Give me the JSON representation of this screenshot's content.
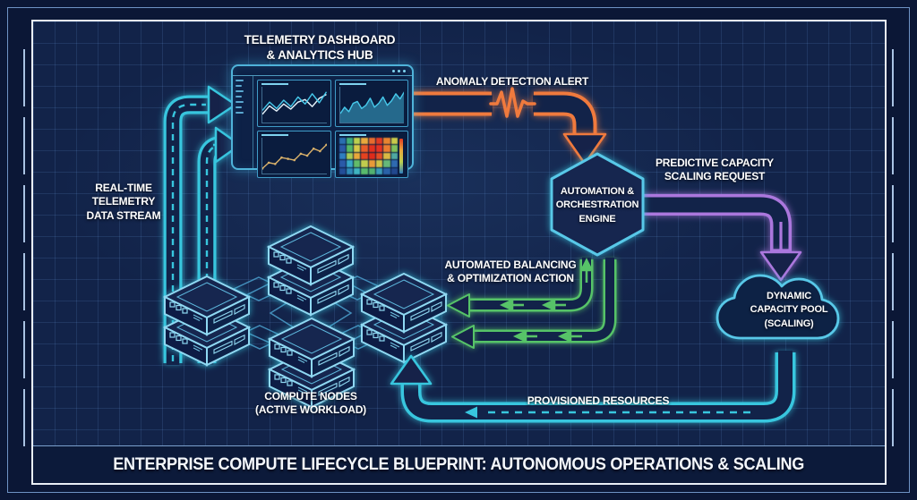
{
  "title_bar": {
    "text": "ENTERPRISE COMPUTE LIFECYCLE BLUEPRINT: AUTONOMOUS OPERATIONS & SCALING"
  },
  "colors": {
    "background": "#122349",
    "frame": "#e9eef6",
    "outer_border": "#6f93c4",
    "cyan_flow": "#38c6de",
    "orange_flow": "#f07a3e",
    "purple_flow": "#ab77dd",
    "green_flow": "#57c368",
    "node_stroke": "#58c8e8",
    "server_stroke": "#8fd8f2",
    "label_text": "#ffffff"
  },
  "nodes": {
    "dashboard": {
      "label_lines": [
        "TELEMETRY DASHBOARD",
        "& ANALYTICS HUB"
      ]
    },
    "engine": {
      "label_lines": [
        "AUTOMATION &",
        "ORCHESTRATION",
        "ENGINE"
      ]
    },
    "capacity_pool": {
      "label_lines": [
        "DYNAMIC",
        "CAPACITY POOL",
        "(SCALING)"
      ]
    },
    "compute_nodes": {
      "label_lines": [
        "COMPUTE NODES",
        "(ACTIVE WORKLOAD)"
      ]
    }
  },
  "flows": {
    "telemetry": {
      "label_lines": [
        "REAL-TIME",
        "TELEMETRY",
        "DATA STREAM"
      ],
      "color": "#38c6de",
      "style": "double-line, dashed center, right arrowheads"
    },
    "anomaly": {
      "label": "ANOMALY DETECTION ALERT",
      "color": "#f07a3e",
      "style": "double-line with pulse zigzag, down arrowhead"
    },
    "scaling_request": {
      "label_lines": [
        "PREDICTIVE CAPACITY",
        "SCALING REQUEST"
      ],
      "color": "#ab77dd",
      "style": "double-line, solid inner arrow, down arrowhead"
    },
    "balancing": {
      "label_lines": [
        "AUTOMATED BALANCING",
        "& OPTIMIZATION ACTION"
      ],
      "color": "#57c368",
      "style": "two double-line channels, inner left arrows, left arrowheads"
    },
    "provisioned": {
      "label": "PROVISIONED RESOURCES",
      "color": "#38c6de",
      "style": "double-line, dashed center left arrow, up arrowhead"
    }
  },
  "dashboard": {
    "charts": {
      "dual_line": {
        "type": "line",
        "series": [
          {
            "color": "#e8f4fb",
            "values": [
              22,
              48,
              32,
              54,
              38,
              60,
              68,
              46,
              72,
              84
            ]
          },
          {
            "color": "#46c8ea",
            "values": [
              34,
              60,
              40,
              66,
              46,
              76,
              54,
              86,
              58,
              92
            ]
          }
        ]
      },
      "area": {
        "type": "area",
        "color": "#46c8ea",
        "values": [
          24,
          44,
          30,
          56,
          62,
          40,
          50,
          72,
          44,
          56,
          76,
          50,
          64,
          86,
          70,
          92
        ]
      },
      "amber_line": {
        "type": "line",
        "series": [
          {
            "color": "#d8b06a",
            "values": [
              12,
              30,
              26,
              46,
              42,
              38,
              58,
              52,
              74,
              66,
              86
            ],
            "dots": true
          }
        ]
      },
      "heatmap": {
        "type": "heatmap",
        "rows": [
          [
            "#2a6fb0",
            "#3fae7a",
            "#bcd04e",
            "#e8a93c",
            "#e76b2e",
            "#e13b22",
            "#e8842f",
            "#c9c94a"
          ],
          [
            "#2a5aa8",
            "#55b868",
            "#d8c948",
            "#e85c28",
            "#e3301d",
            "#e63322",
            "#ec7c30",
            "#7fc05c"
          ],
          [
            "#2f7ec0",
            "#a8cc55",
            "#eaa83a",
            "#e4421f",
            "#df2b1a",
            "#e54d24",
            "#d9b844",
            "#4fa8a0"
          ],
          [
            "#2a5aa8",
            "#38a8c8",
            "#62bc6a",
            "#c2cc4e",
            "#e89a38",
            "#cdc348",
            "#66b87a",
            "#2f6ab0"
          ],
          [
            "#234e98",
            "#2f8ab8",
            "#40b4c0",
            "#58ba6c",
            "#52b070",
            "#3a9ab8",
            "#2a62a8",
            "#22488e"
          ]
        ],
        "colorbar": [
          "#e13b22",
          "#e8a93c",
          "#bcd04e",
          "#2f7ec0"
        ]
      }
    }
  }
}
